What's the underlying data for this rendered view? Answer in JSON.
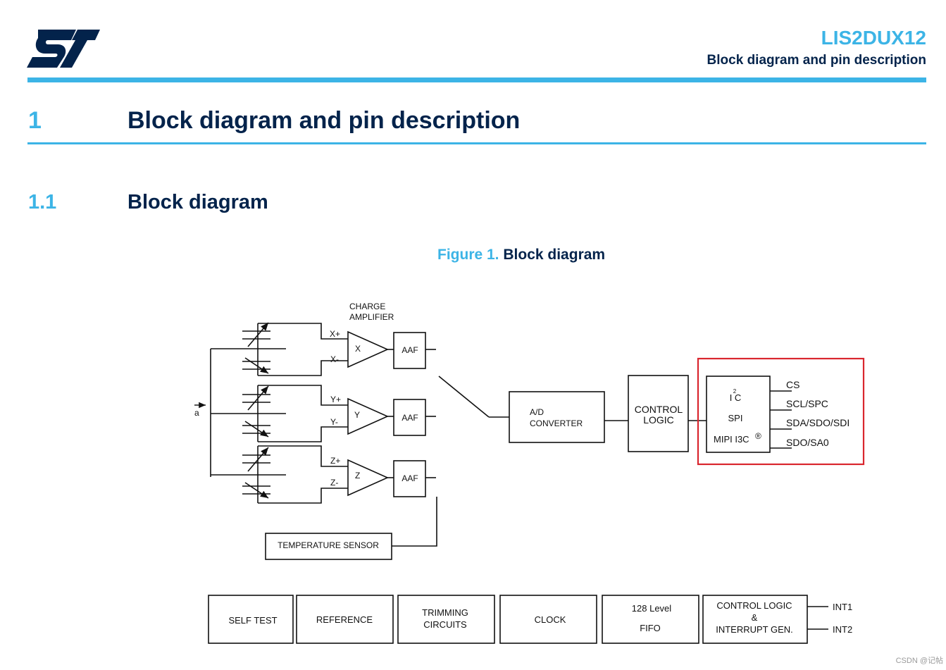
{
  "header": {
    "product": "LIS2DUX12",
    "subtitle": "Block diagram and pin description"
  },
  "section": {
    "number": "1",
    "title": "Block diagram and pin description"
  },
  "subsection": {
    "number": "1.1",
    "title": "Block diagram"
  },
  "figure": {
    "label": "Figure 1.",
    "title": "Block diagram"
  },
  "diagram": {
    "charge_amplifier": [
      "CHARGE",
      "AMPLIFIER"
    ],
    "accel_input": "a",
    "axes": [
      {
        "name": "X",
        "plus": "X+",
        "minus": "X-"
      },
      {
        "name": "Y",
        "plus": "Y+",
        "minus": "Y-"
      },
      {
        "name": "Z",
        "plus": "Z+",
        "minus": "Z-"
      }
    ],
    "aaf": "AAF",
    "adc": [
      "A/D",
      "CONVERTER"
    ],
    "control_logic": [
      "CONTROL",
      "LOGIC"
    ],
    "interface": {
      "i2c_main": "I C",
      "i2c_sup": "2",
      "spi": "SPI",
      "i3c": "MIPI I3C",
      "reg": "®"
    },
    "pins": [
      "CS",
      "SCL/SPC",
      "SDA/SDO/SDI",
      "SDO/SA0"
    ],
    "temperature_sensor": "TEMPERATURE SENSOR",
    "bottom_blocks": {
      "self_test": "SELF TEST",
      "reference": "REFERENCE",
      "trimming": [
        "TRIMMING",
        "CIRCUITS"
      ],
      "clock": "CLOCK",
      "fifo": [
        "128 Level",
        "FIFO"
      ],
      "interrupt": [
        "CONTROL LOGIC",
        "&",
        "INTERRUPT GEN."
      ]
    },
    "interrupt_pins": [
      "INT1",
      "INT2"
    ],
    "highlight_color": "#d9262e"
  },
  "colors": {
    "brand_light": "#3cb4e6",
    "brand_dark": "#03234b"
  },
  "watermark": "CSDN @记帖"
}
